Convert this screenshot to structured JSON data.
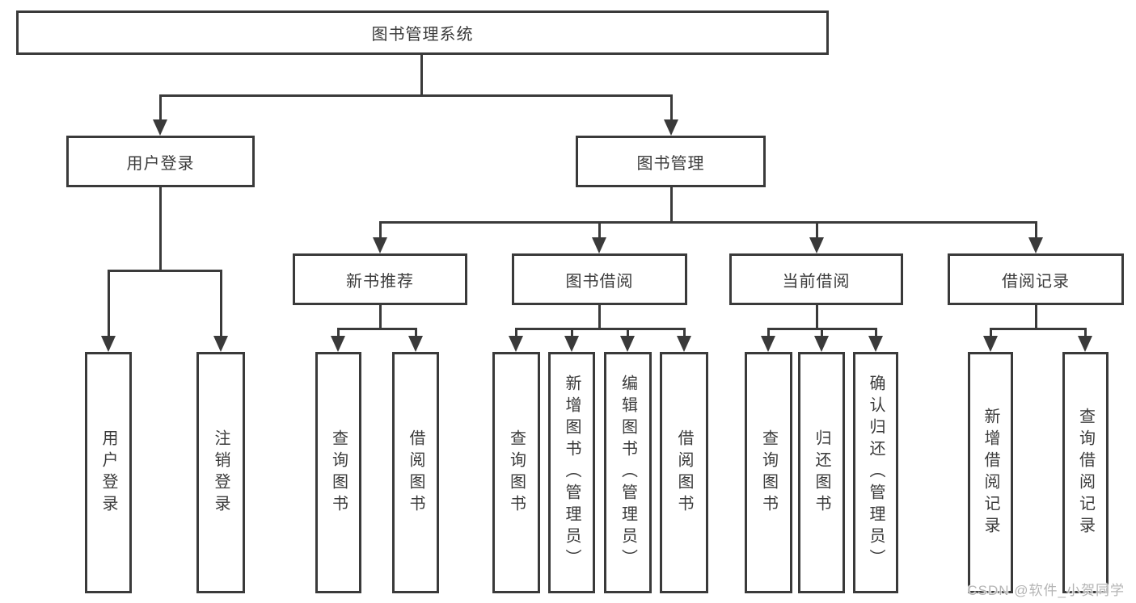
{
  "diagram": {
    "title": "图书管理系统",
    "level2": [
      {
        "label": "用户登录"
      },
      {
        "label": "图书管理"
      }
    ],
    "level3": [
      {
        "label": "新书推荐"
      },
      {
        "label": "图书借阅"
      },
      {
        "label": "当前借阅"
      },
      {
        "label": "借阅记录"
      }
    ],
    "leaves": [
      {
        "label": "用户登录"
      },
      {
        "label": "注销登录"
      },
      {
        "label": "查询图书"
      },
      {
        "label": "借阅图书"
      },
      {
        "label": "查询图书"
      },
      {
        "label": "新增图书（管理员）"
      },
      {
        "label": "编辑图书（管理员）"
      },
      {
        "label": "借阅图书"
      },
      {
        "label": "查询图书"
      },
      {
        "label": "归还图书"
      },
      {
        "label": "确认归还（管理员）"
      },
      {
        "label": "新增借阅记录"
      },
      {
        "label": "查询借阅记录"
      }
    ],
    "watermark": "CSDN @软件_小贺同学",
    "colors": {
      "line": "#3a3a3a",
      "text": "#3b3b3b",
      "watermark": "#b4b4b4",
      "background": "#ffffff"
    }
  }
}
